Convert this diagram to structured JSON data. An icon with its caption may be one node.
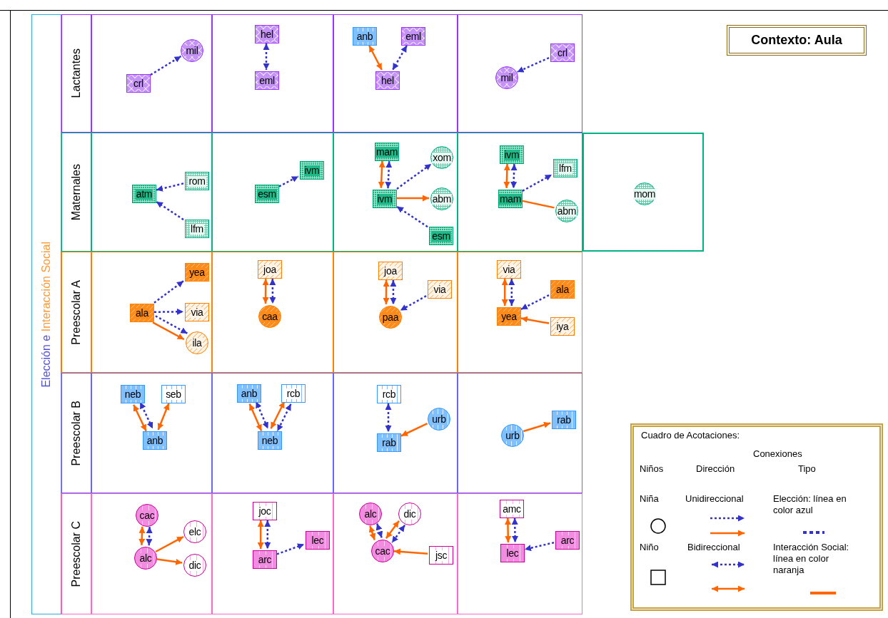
{
  "diagram": {
    "nodes": [
      {
        "text": [
          "Elección e",
          "Interacción Social"
        ]
      },
      {
        "text": [
          "Contexto: Aula"
        ]
      },
      {
        "text": [
          "Lactantes"
        ]
      },
      {
        "text": [],
        "shape": "box"
      },
      {
        "text": [
          "crl"
        ],
        "in": 3
      },
      {
        "text": [
          "mil"
        ],
        "in": 3
      },
      {
        "text": [],
        "shape": "box"
      },
      {
        "text": [
          "hel"
        ],
        "in": 6
      },
      {
        "text": [
          "eml"
        ],
        "in": 6
      },
      {
        "text": [],
        "shape": "box"
      },
      {
        "text": [
          "anb"
        ],
        "in": 9
      },
      {
        "text": [
          "eml"
        ],
        "in": 9
      },
      {
        "text": [
          "hel"
        ],
        "in": 9
      },
      {
        "text": [],
        "shape": "box"
      },
      {
        "text": [
          "crl"
        ],
        "in": 13
      },
      {
        "text": [
          "mil"
        ],
        "in": 13
      },
      {
        "text": [
          "Maternales"
        ]
      },
      {
        "text": [],
        "shape": "box"
      },
      {
        "text": [
          "atm"
        ],
        "in": 17
      },
      {
        "text": [
          "rom"
        ],
        "in": 17
      },
      {
        "text": [
          "lfm"
        ],
        "in": 17
      },
      {
        "text": [],
        "shape": "box"
      },
      {
        "text": [
          "esm"
        ],
        "in": 21
      },
      {
        "text": [
          "ivm"
        ],
        "in": 21
      },
      {
        "text": [],
        "shape": "box"
      },
      {
        "text": [
          "mam"
        ],
        "in": 24
      },
      {
        "text": [
          "xom"
        ],
        "in": 24
      },
      {
        "text": [
          "ivm"
        ],
        "in": 24
      },
      {
        "text": [
          "abm"
        ],
        "in": 24
      },
      {
        "text": [
          "esm"
        ],
        "in": 24
      },
      {
        "text": [],
        "shape": "box"
      },
      {
        "text": [
          "ivm"
        ],
        "in": 30
      },
      {
        "text": [
          "lfm"
        ],
        "in": 30
      },
      {
        "text": [
          "mam"
        ],
        "in": 30
      },
      {
        "text": [
          "abm"
        ],
        "in": 30
      },
      {
        "text": [],
        "shape": "box"
      },
      {
        "text": [
          "mom"
        ],
        "in": 35
      },
      {
        "text": [
          "Preescolar A"
        ]
      },
      {
        "text": [],
        "shape": "box"
      },
      {
        "text": [
          "yea"
        ],
        "in": 38
      },
      {
        "text": [
          "ala"
        ],
        "in": 38
      },
      {
        "text": [
          "via"
        ],
        "in": 38
      },
      {
        "text": [
          "ila"
        ],
        "in": 38
      },
      {
        "text": [],
        "shape": "box"
      },
      {
        "text": [
          "joa"
        ],
        "in": 43
      },
      {
        "text": [
          "caa"
        ],
        "in": 43
      },
      {
        "text": [],
        "shape": "box"
      },
      {
        "text": [
          "joa"
        ],
        "in": 46
      },
      {
        "text": [
          "via"
        ],
        "in": 46
      },
      {
        "text": [
          "paa"
        ],
        "in": 46
      },
      {
        "text": [],
        "shape": "box"
      },
      {
        "text": [
          "via"
        ],
        "in": 50
      },
      {
        "text": [
          "ala"
        ],
        "in": 50
      },
      {
        "text": [
          "yea"
        ],
        "in": 50
      },
      {
        "text": [
          "iya"
        ],
        "in": 50
      },
      {
        "text": [
          "Preescolar B"
        ]
      },
      {
        "text": [],
        "shape": "box"
      },
      {
        "text": [
          "neb"
        ],
        "in": 56
      },
      {
        "text": [
          "seb"
        ],
        "in": 56
      },
      {
        "text": [
          "anb"
        ],
        "in": 56
      },
      {
        "text": [],
        "shape": "box"
      },
      {
        "text": [
          "anb"
        ],
        "in": 60
      },
      {
        "text": [
          "rcb"
        ],
        "in": 60
      },
      {
        "text": [
          "neb"
        ],
        "in": 60
      },
      {
        "text": [],
        "shape": "box"
      },
      {
        "text": [
          "rcb"
        ],
        "in": 64
      },
      {
        "text": [
          "urb"
        ],
        "in": 64
      },
      {
        "text": [
          "rab"
        ],
        "in": 64
      },
      {
        "text": [],
        "shape": "box"
      },
      {
        "text": [
          "urb"
        ],
        "in": 68
      },
      {
        "text": [
          "rab"
        ],
        "in": 68
      },
      {
        "text": [
          "Preescolar C"
        ]
      },
      {
        "text": [],
        "shape": "box"
      },
      {
        "text": [
          "cac"
        ],
        "in": 72
      },
      {
        "text": [
          "elc"
        ],
        "in": 72
      },
      {
        "text": [
          "alc"
        ],
        "in": 72
      },
      {
        "text": [
          "dic"
        ],
        "in": 72
      },
      {
        "text": [],
        "shape": "box"
      },
      {
        "text": [
          "joc"
        ],
        "in": 77
      },
      {
        "text": [
          "arc"
        ],
        "in": 77
      },
      {
        "text": [
          "lec"
        ],
        "in": 77
      },
      {
        "text": [],
        "shape": "box"
      },
      {
        "text": [
          "alc"
        ],
        "in": 81
      },
      {
        "text": [
          "dic"
        ],
        "in": 81
      },
      {
        "text": [
          "cac"
        ],
        "in": 81
      },
      {
        "text": [
          "jsc"
        ],
        "in": 81
      },
      {
        "text": [],
        "shape": "box"
      },
      {
        "text": [
          "amc"
        ],
        "in": 86
      },
      {
        "text": [
          "lec"
        ],
        "in": 86
      },
      {
        "text": [
          "arc"
        ],
        "in": 86
      }
    ],
    "edges": [
      {
        "from": 4,
        "to": 5,
        "arrow": "to",
        "style": "dashed"
      },
      {
        "from": 7,
        "to": 8,
        "arrow": "both",
        "style": "dashed"
      },
      {
        "from": 10,
        "to": 12,
        "arrow": "both",
        "color": "#ff6600"
      },
      {
        "from": 11,
        "to": 12,
        "arrow": "both",
        "style": "dashed"
      },
      {
        "from": 14,
        "to": 15,
        "arrow": "to",
        "style": "dashed"
      },
      {
        "from": 19,
        "to": 18,
        "arrow": "to",
        "style": "dashed"
      },
      {
        "from": 20,
        "to": 18,
        "arrow": "to",
        "style": "dashed"
      },
      {
        "from": 22,
        "to": 23,
        "arrow": "to",
        "style": "dashed"
      },
      {
        "from": 25,
        "to": 27,
        "arrow": "both",
        "style": "dashed"
      },
      {
        "from": 25,
        "to": 27,
        "arrow": "both",
        "color": "#ff6600"
      },
      {
        "from": 27,
        "to": 26,
        "arrow": "to",
        "style": "dashed"
      },
      {
        "from": 27,
        "to": 28,
        "arrow": "to",
        "color": "#ff6600"
      },
      {
        "from": 29,
        "to": 27,
        "arrow": "to",
        "style": "dashed"
      },
      {
        "from": 31,
        "to": 33,
        "arrow": "both",
        "style": "dashed"
      },
      {
        "from": 31,
        "to": 33,
        "arrow": "both",
        "color": "#ff6600"
      },
      {
        "from": 33,
        "to": 32,
        "arrow": "to",
        "style": "dashed"
      },
      {
        "from": 33,
        "to": 34,
        "arrow": "none",
        "color": "#ff6600"
      },
      {
        "from": 40,
        "to": 39,
        "arrow": "to",
        "style": "dashed"
      },
      {
        "from": 40,
        "to": 41,
        "arrow": "to",
        "style": "dashed"
      },
      {
        "from": 40,
        "to": 42,
        "arrow": "to",
        "style": "dashed"
      },
      {
        "from": 40,
        "to": 42,
        "arrow": "to",
        "color": "#ff6600"
      },
      {
        "from": 44,
        "to": 45,
        "arrow": "both",
        "style": "dashed"
      },
      {
        "from": 44,
        "to": 45,
        "arrow": "both",
        "color": "#ff6600"
      },
      {
        "from": 47,
        "to": 49,
        "arrow": "both",
        "style": "dashed"
      },
      {
        "from": 47,
        "to": 49,
        "arrow": "both",
        "color": "#ff6600"
      },
      {
        "from": 48,
        "to": 49,
        "arrow": "to",
        "style": "dashed"
      },
      {
        "from": 51,
        "to": 53,
        "arrow": "both",
        "style": "dashed"
      },
      {
        "from": 51,
        "to": 53,
        "arrow": "both",
        "color": "#ff6600"
      },
      {
        "from": 52,
        "to": 53,
        "arrow": "to",
        "style": "dashed"
      },
      {
        "from": 54,
        "to": 53,
        "arrow": "to",
        "color": "#ff6600"
      },
      {
        "from": 57,
        "to": 59,
        "arrow": "both",
        "style": "dashed"
      },
      {
        "from": 57,
        "to": 59,
        "arrow": "both",
        "color": "#ff6600"
      },
      {
        "from": 58,
        "to": 59,
        "arrow": "both",
        "color": "#ff6600"
      },
      {
        "from": 61,
        "to": 63,
        "arrow": "both",
        "style": "dashed"
      },
      {
        "from": 61,
        "to": 63,
        "arrow": "both",
        "color": "#ff6600"
      },
      {
        "from": 62,
        "to": 63,
        "arrow": "both",
        "style": "dashed"
      },
      {
        "from": 62,
        "to": 63,
        "arrow": "both",
        "color": "#ff6600"
      },
      {
        "from": 65,
        "to": 67,
        "arrow": "both",
        "style": "dashed"
      },
      {
        "from": 66,
        "to": 67,
        "arrow": "to",
        "color": "#ff6600"
      },
      {
        "from": 69,
        "to": 70,
        "arrow": "to",
        "color": "#ff6600"
      },
      {
        "from": 73,
        "to": 75,
        "arrow": "both",
        "style": "dashed"
      },
      {
        "from": 73,
        "to": 75,
        "arrow": "both",
        "color": "#ff6600"
      },
      {
        "from": 75,
        "to": 74,
        "arrow": "to",
        "color": "#ff6600"
      },
      {
        "from": 75,
        "to": 76,
        "arrow": "to",
        "color": "#ff6600"
      },
      {
        "from": 78,
        "to": 79,
        "arrow": "both",
        "style": "dashed"
      },
      {
        "from": 78,
        "to": 79,
        "arrow": "both",
        "color": "#ff6600"
      },
      {
        "from": 79,
        "to": 80,
        "arrow": "to",
        "style": "dashed"
      },
      {
        "from": 82,
        "to": 84,
        "arrow": "both",
        "style": "dashed"
      },
      {
        "from": 82,
        "to": 84,
        "arrow": "both",
        "color": "#ff6600"
      },
      {
        "from": 83,
        "to": 84,
        "arrow": "both",
        "style": "dashed"
      },
      {
        "from": 83,
        "to": 84,
        "arrow": "both",
        "color": "#ff6600"
      },
      {
        "from": 85,
        "to": 84,
        "arrow": "to",
        "color": "#ff6600"
      },
      {
        "from": 87,
        "to": 88,
        "arrow": "both",
        "style": "dashed"
      },
      {
        "from": 87,
        "to": 88,
        "arrow": "both",
        "color": "#ff6600"
      },
      {
        "from": 89,
        "to": 88,
        "arrow": "to",
        "style": "dashed"
      }
    ],
    "labels": [
      "Cuadro de Acotaciones:",
      "Conexiones",
      "Niños",
      "Dirección",
      "Tipo"
    ],
    "legend": [
      {
        "text": "Niña"
      },
      {
        "text": "Niño"
      },
      {
        "text": "Unidireccional"
      },
      {
        "text": "Bidireccional"
      },
      {
        "text": "Elección: línea en color azul"
      },
      {
        "text": "Interacción Social: línea en color naranja"
      }
    ]
  }
}
